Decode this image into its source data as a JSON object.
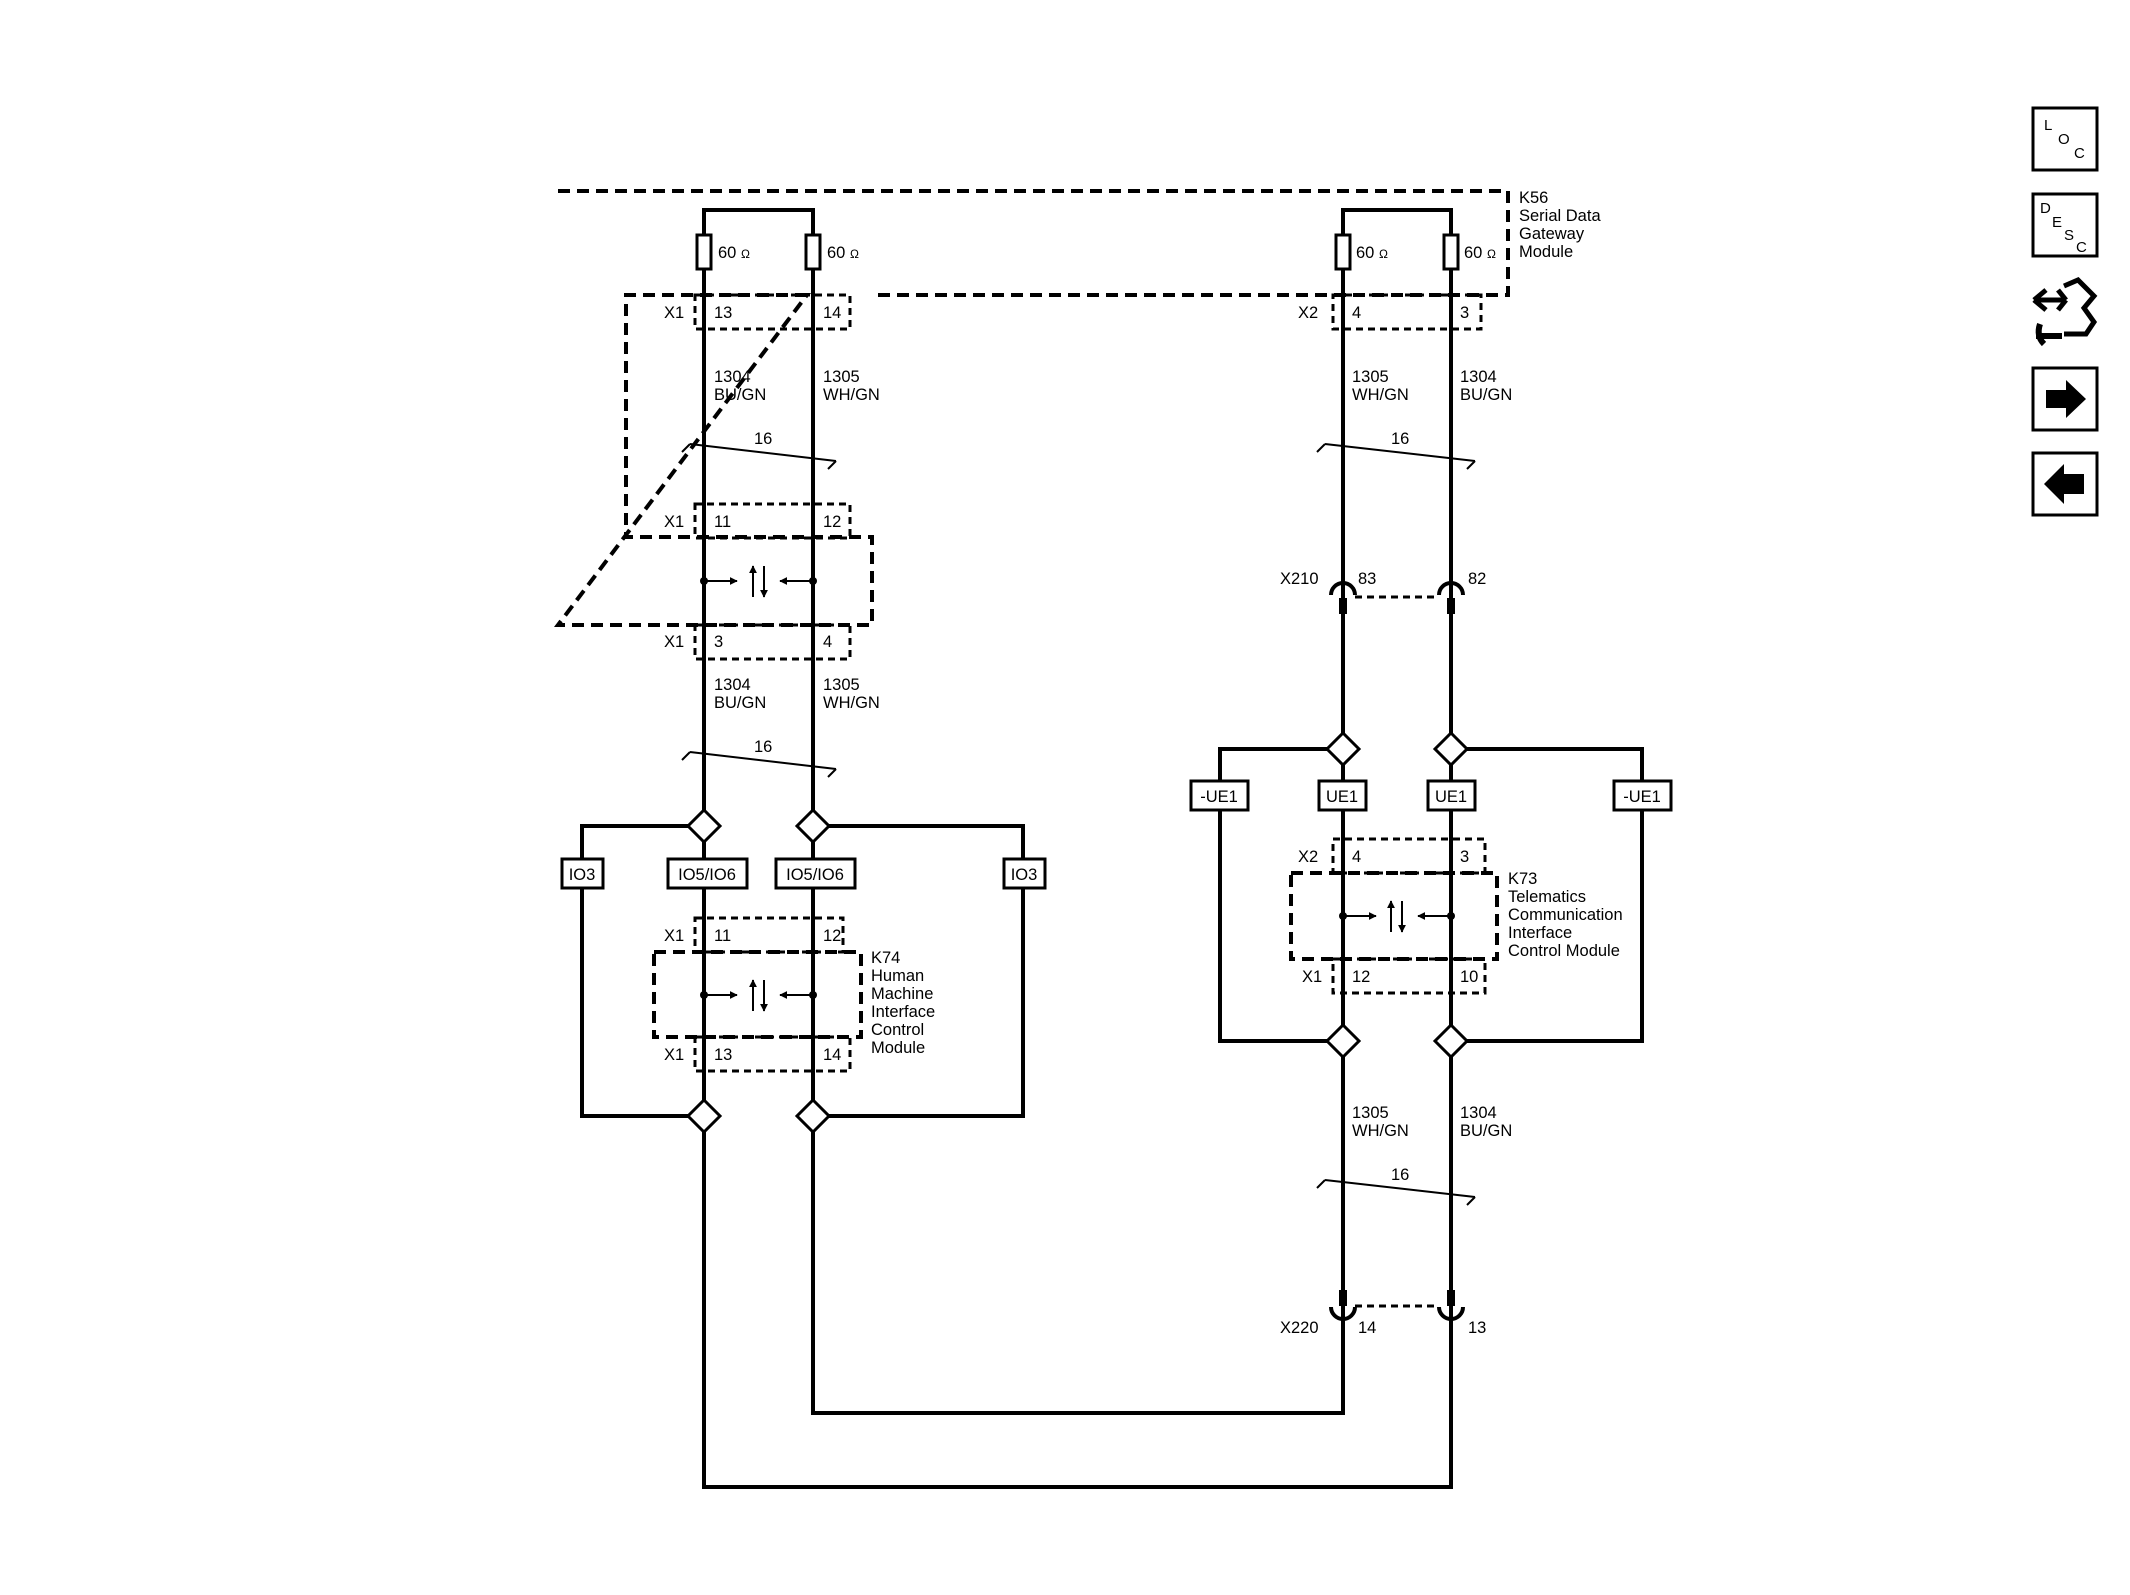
{
  "modules": {
    "k56": [
      "K56",
      "Serial Data",
      "Gateway",
      "Module"
    ],
    "k74": [
      "K74",
      "Human",
      "Machine",
      "Interface",
      "Control",
      "Module"
    ],
    "k73": [
      "K73",
      "Telematics",
      "Communication",
      "Interface",
      "Control Module"
    ]
  },
  "resistor_label": "60",
  "ohm": "Ω",
  "connectors": {
    "x1": "X1",
    "x2": "X2",
    "x210": "X210",
    "x220": "X220"
  },
  "pins": {
    "k56_x1_top": [
      "13",
      "14"
    ],
    "k56_x1_mid": [
      "11",
      "12"
    ],
    "k56_x1_bot": [
      "3",
      "4"
    ],
    "k56_x2": [
      "4",
      "3"
    ],
    "x210": [
      "83",
      "82"
    ],
    "k74_x1_top": [
      "11",
      "12"
    ],
    "k74_x1_bot": [
      "13",
      "14"
    ],
    "k73_x2": [
      "4",
      "3"
    ],
    "k73_x1": [
      "12",
      "10"
    ],
    "x220": [
      "14",
      "13"
    ]
  },
  "wires": {
    "c1304": "1304",
    "c1305": "1305",
    "bugn": "BU/GN",
    "whgn": "WH/GN",
    "twist": "16"
  },
  "options": {
    "io3": "IO3",
    "io56": "IO5/IO6",
    "ue1": "UE1",
    "nue1": "-UE1"
  },
  "nav": {
    "loc": [
      "L",
      "O",
      "C"
    ],
    "desc": [
      "D",
      "E",
      "S",
      "C"
    ],
    "icons": [
      "loc-icon",
      "desc-icon",
      "connector-icon",
      "forward-arrow-icon",
      "back-arrow-icon"
    ]
  }
}
